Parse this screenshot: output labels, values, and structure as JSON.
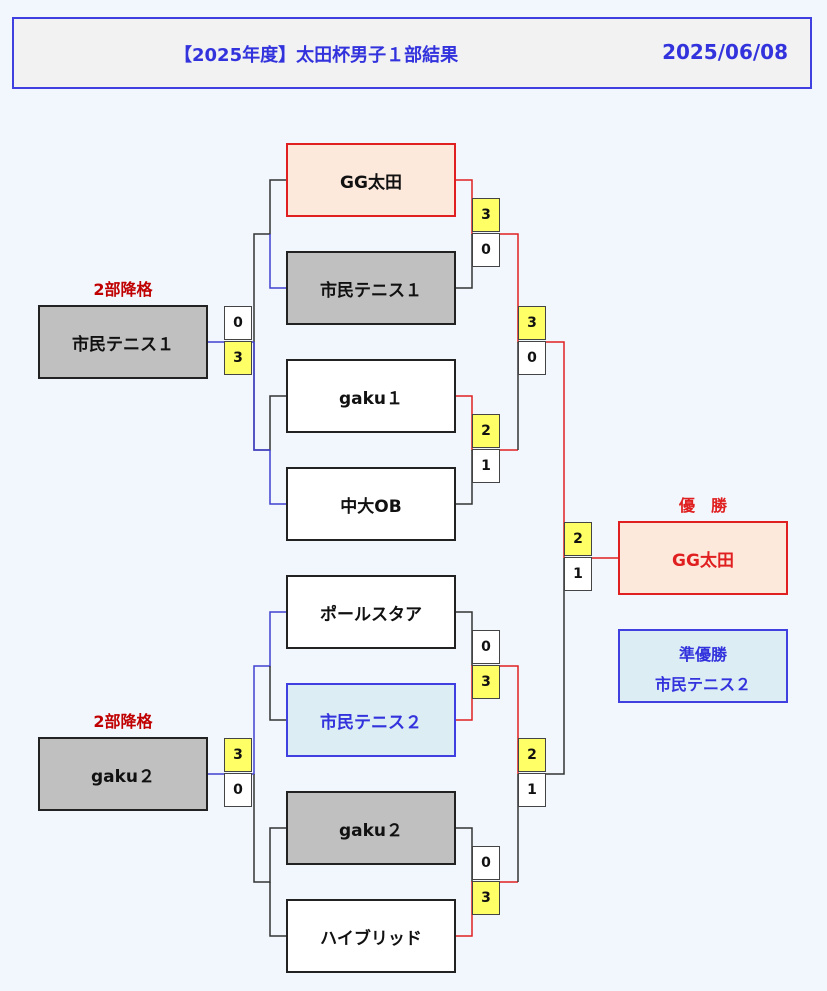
{
  "header": {
    "title": "【2025年度】太田杯男子１部結果",
    "date": "2025/06/08"
  },
  "teams": {
    "t1": "GG太田",
    "t2": "市民テニス１",
    "t3": "gaku１",
    "t4": "中大OB",
    "t5": "ポールスタア",
    "t6": "市民テニス２",
    "t7": "gaku２",
    "t8": "ハイブリッド"
  },
  "playoff": {
    "top_label": "2部降格",
    "top_team": "市民テニス１",
    "bottom_label": "2部降格",
    "bottom_team": "gaku２"
  },
  "scores": {
    "r1_m1": [
      "3",
      "0"
    ],
    "r1_m2": [
      "2",
      "1"
    ],
    "r1_m3": [
      "0",
      "3"
    ],
    "r1_m4": [
      "0",
      "3"
    ],
    "sf_top": [
      "3",
      "0"
    ],
    "sf_bottom": [
      "2",
      "1"
    ],
    "final": [
      "2",
      "1"
    ],
    "po_top": [
      "0",
      "3"
    ],
    "po_bottom": [
      "3",
      "0"
    ]
  },
  "result": {
    "champion_label": "優　勝",
    "champion": "GG太田",
    "runnerup_label": "準優勝",
    "runnerup": "市民テニス２"
  },
  "colors": {
    "win_line": "#e02020",
    "blue_line": "#4040d0",
    "normal_line": "#333333",
    "highlight_score": "#ffff66"
  }
}
